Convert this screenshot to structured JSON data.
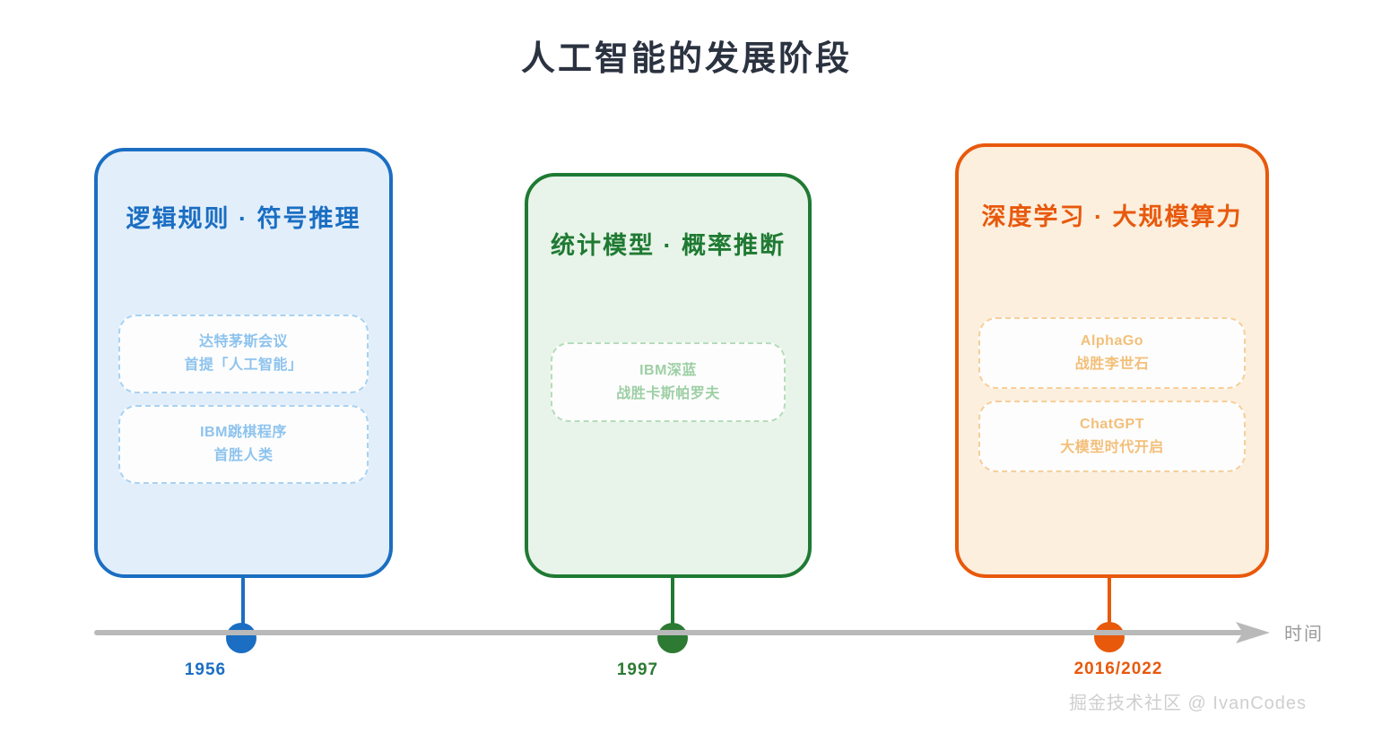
{
  "page": {
    "title": "人工智能的发展阶段",
    "watermark": "掘金技术社区 @ IvanCodes"
  },
  "axis": {
    "caption": "时间",
    "arrow_icon": "arrow-right-icon",
    "line_color": "#b9b9b9"
  },
  "phases": [
    {
      "id": "logic",
      "heading": "逻辑规则 · 符号推理",
      "year": "1956",
      "accent_color": "#1b6ec2",
      "background_color": "#e2effb",
      "pill_border_color": "#a9d2f2",
      "pill_text_color": "#8dc3ee",
      "milestones": [
        {
          "line1": "达特茅斯会议",
          "line2": "首提「人工智能」"
        },
        {
          "line1": "IBM跳棋程序",
          "line2": "首胜人类"
        }
      ]
    },
    {
      "id": "statistics",
      "heading": "统计模型 · 概率推断",
      "year": "1997",
      "accent_color": "#2d7a33",
      "background_color": "#e8f4e9",
      "pill_border_color": "#b6dcbb",
      "pill_text_color": "#9dcfa4",
      "milestones": [
        {
          "line1": "IBM深蓝",
          "line2": "战胜卡斯帕罗夫"
        }
      ]
    },
    {
      "id": "deeplearning",
      "heading": "深度学习 · 大规模算力",
      "year": "2016/2022",
      "accent_color": "#e8590c",
      "background_color": "#fcefde",
      "pill_border_color": "#f6cf99",
      "pill_text_color": "#f3bf79",
      "milestones": [
        {
          "line1": "AlphaGo",
          "line2": "战胜李世石"
        },
        {
          "line1": "ChatGPT",
          "line2": "大模型时代开启"
        }
      ]
    }
  ]
}
